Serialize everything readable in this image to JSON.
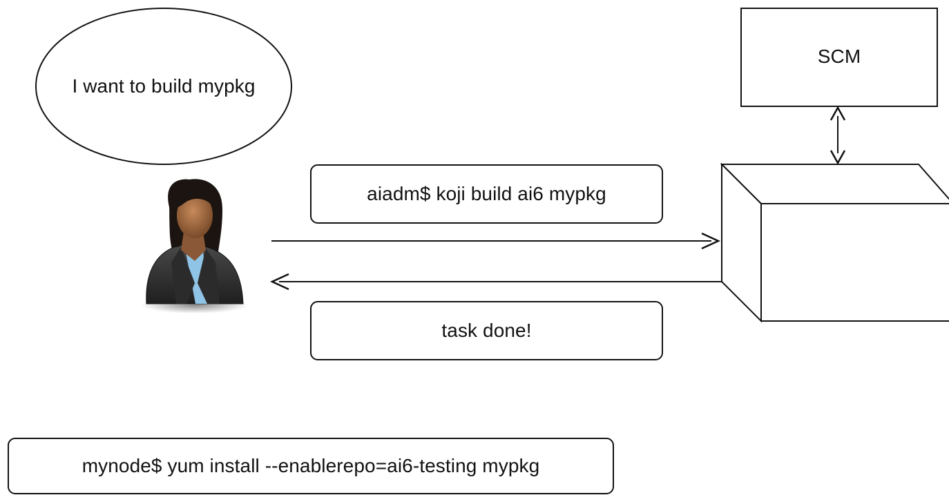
{
  "thought_bubble": {
    "text": "I want to build mypkg"
  },
  "scm_box": {
    "label": "SCM"
  },
  "build_command": {
    "text": "aiadm$ koji build ai6 mypkg"
  },
  "task_result": {
    "text": "task done!"
  },
  "install_command": {
    "text": "mynode$ yum install --enablerepo=ai6-testing mypkg"
  },
  "user_avatar": {
    "icon": "businesswoman-icon"
  },
  "build_server": {
    "icon": "cube-icon"
  },
  "colors": {
    "line": "#111111",
    "background": "#ffffff",
    "skin": "#a36e45",
    "hair": "#1c1410",
    "suit": "#3a3a3a",
    "shirt": "#8fc4e6"
  }
}
